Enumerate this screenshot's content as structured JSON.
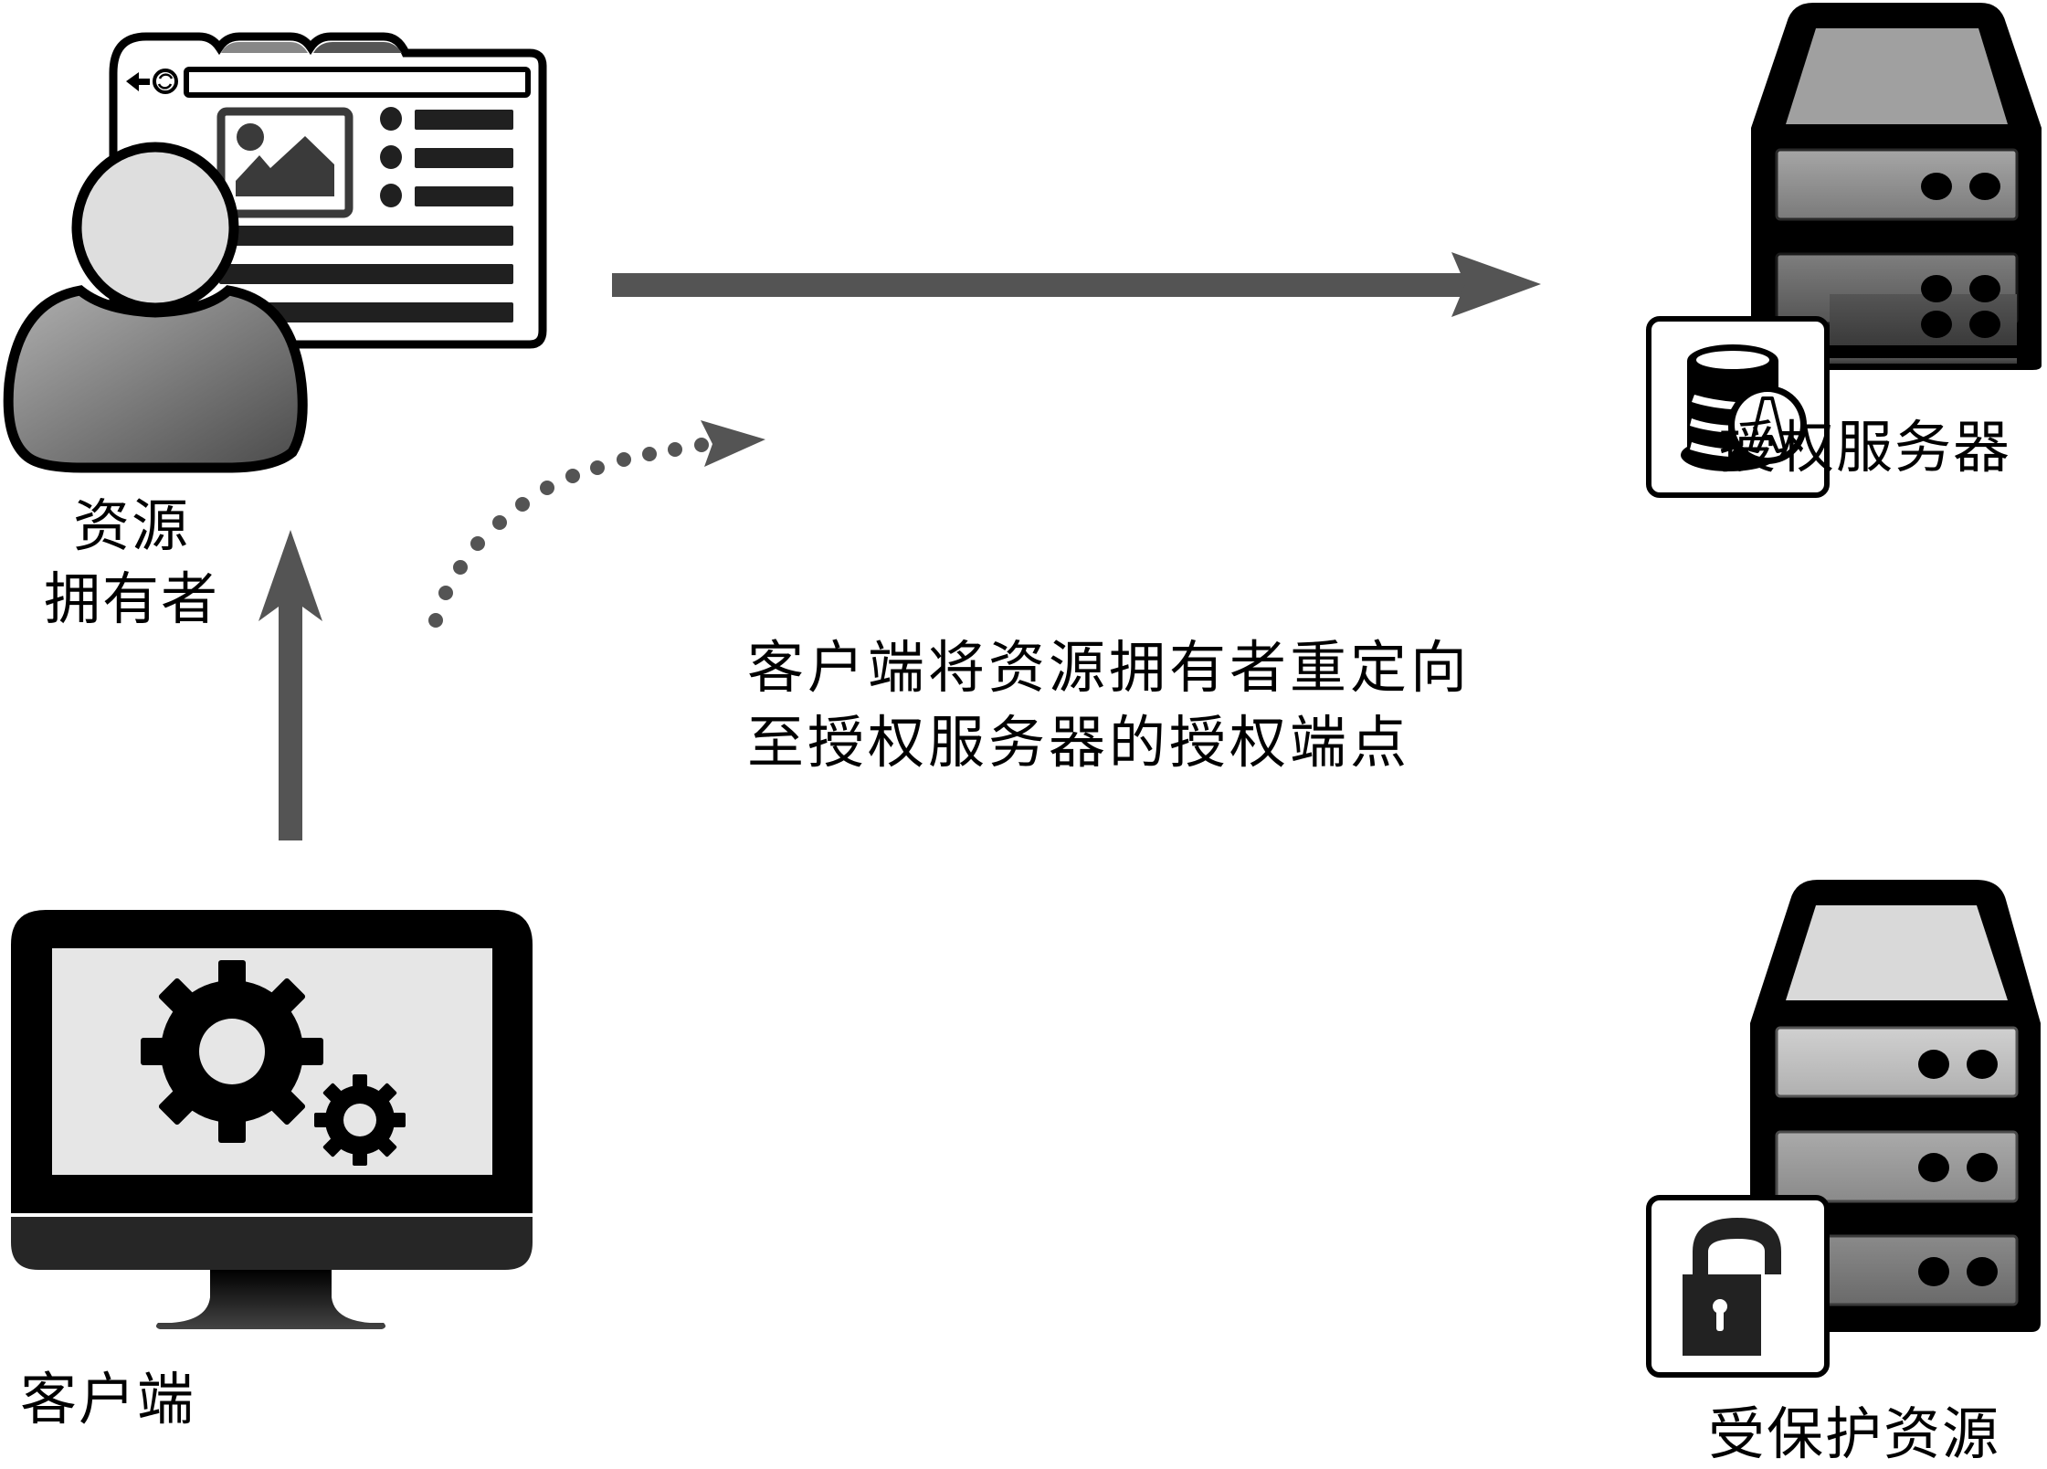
{
  "diagram": {
    "title": "OAuth authorization code flow - redirect step",
    "nodes": {
      "resource_owner": {
        "label_line1": "资源",
        "label_line2": "拥有者",
        "icon": "user-with-browser-icon"
      },
      "client": {
        "label": "客户端",
        "icon": "monitor-with-gears-icon"
      },
      "authorization_server": {
        "label": "授权服务器",
        "icon": "server-with-database-badge-icon",
        "badge_letter": "A"
      },
      "protected_resource": {
        "label": "受保护资源",
        "icon": "server-with-lock-badge-icon"
      }
    },
    "edges": [
      {
        "from": "client",
        "to": "resource_owner",
        "style": "solid",
        "direction": "up"
      },
      {
        "from": "resource_owner",
        "to": "authorization_server",
        "style": "dotted-curve",
        "direction": "right"
      },
      {
        "from": "resource_owner",
        "to": "authorization_server",
        "style": "solid",
        "direction": "right"
      }
    ],
    "caption": {
      "line1": "客户端将资源拥有者重定向",
      "line2": "至授权服务器的授权端点"
    },
    "colors": {
      "arrow": "#545454",
      "outline": "#000000",
      "server_auth_top": "#a0a0a0",
      "server_resource_top": "#d9d9d9",
      "monitor_screen": "#e6e6e6",
      "head_fill": "#dedede",
      "content_dark": "#202020"
    }
  }
}
